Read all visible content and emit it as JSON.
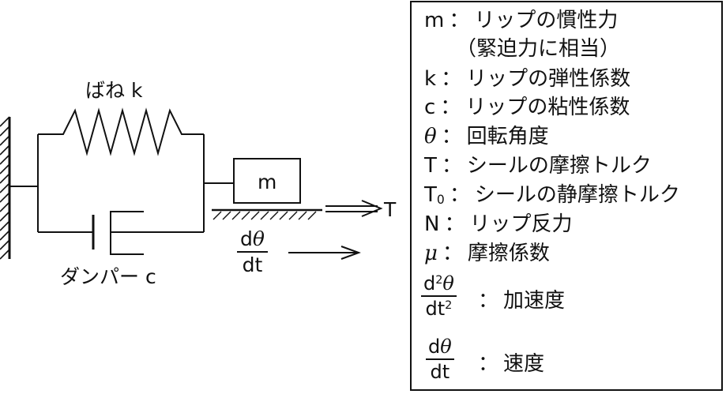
{
  "diagram": {
    "spring_label": "ばね k",
    "damper_label": "ダンパー c",
    "mass_label": "m",
    "torque_label": "T",
    "velocity": {
      "numerator_d": "d",
      "numerator_theta": "θ",
      "denominator": "dt"
    }
  },
  "legend": {
    "items": [
      {
        "symbol": "m",
        "desc": "リップの慣性力"
      },
      {
        "symbol": "",
        "desc": "（緊迫力に相当）"
      },
      {
        "symbol": "k",
        "desc": "リップの弾性係数"
      },
      {
        "symbol": "c",
        "desc": "リップの粘性係数"
      },
      {
        "symbol": "θ",
        "desc": "回転角度"
      },
      {
        "symbol": "T",
        "desc": "シールの摩擦トルク"
      },
      {
        "symbol": "T",
        "symbol_sub": "0",
        "desc": "シールの静摩擦トルク"
      },
      {
        "symbol": "N",
        "desc": "リップ反力"
      },
      {
        "symbol": "μ",
        "desc": "摩擦係数"
      }
    ],
    "separator": "：",
    "acceleration": {
      "num_d": "d",
      "num_exp": "2",
      "num_theta": "θ",
      "den": "dt",
      "den_exp": "2",
      "desc": "加速度"
    },
    "speed": {
      "num_d": "d",
      "num_theta": "θ",
      "den": "dt",
      "desc": "速度"
    }
  }
}
